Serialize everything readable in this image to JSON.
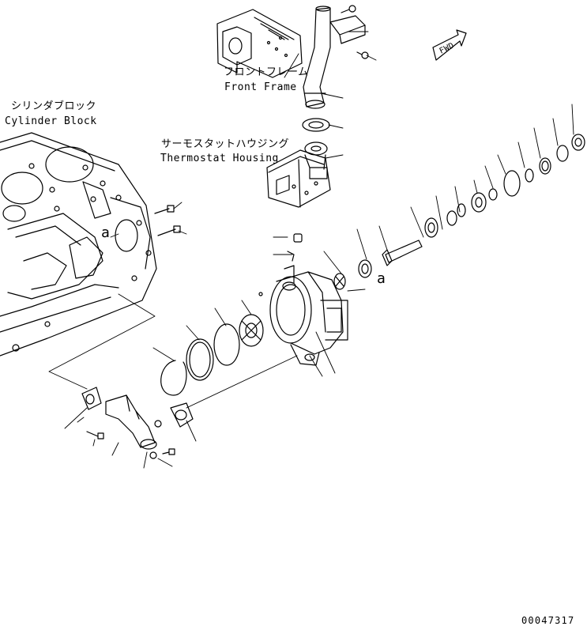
{
  "labels": {
    "front_frame_jp": "フロントフレーム",
    "front_frame_en": "Front Frame",
    "cylinder_block_jp": "シリンダブロック",
    "cylinder_block_en": "Cylinder Block",
    "thermostat_housing_jp": "サーモスタットハウジング",
    "thermostat_housing_en": "Thermostat Housing",
    "reference_mark_1": "a",
    "reference_mark_2": "a",
    "fwd_marker": "FWD",
    "drawing_number": "00047317"
  }
}
